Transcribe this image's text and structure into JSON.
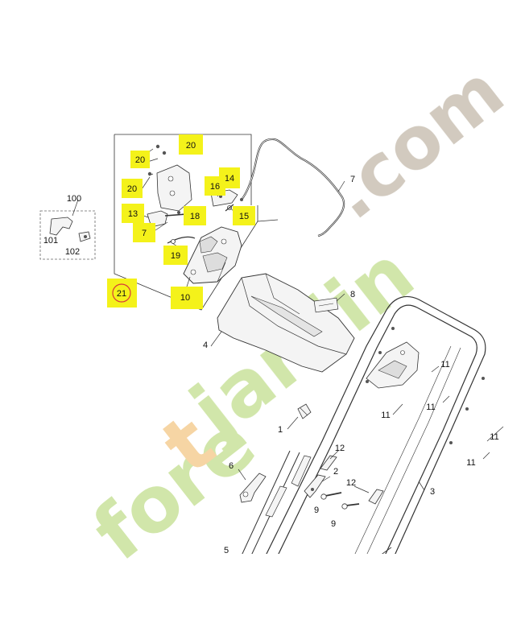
{
  "colors": {
    "highlight": "#f4f21a",
    "line": "#333333",
    "part_fill": "#f4f4f4",
    "watermark_green": "#cfe5a6",
    "watermark_orange": "#f6d3a0",
    "watermark_gray": "#d0c8bc",
    "circle_red": "#d83a3a"
  },
  "watermark": {
    "text_fore": "fore",
    "text_t": "t",
    "text_jardin": "jardin",
    "text_com": ".com"
  },
  "callouts": {
    "c1": "1",
    "c2": "2",
    "c3": "3",
    "c4": "4",
    "c5": "5",
    "c6": "6",
    "c7": "7",
    "c7b": "7",
    "c8": "8",
    "c9a": "9",
    "c9b": "9",
    "c10": "10",
    "c11a": "11",
    "c11b": "11",
    "c11c": "11",
    "c11d": "11",
    "c11e": "11",
    "c12a": "12",
    "c12b": "12",
    "c13": "13",
    "c14": "14",
    "c15": "15",
    "c16": "16",
    "c18": "18",
    "c19": "19",
    "c20a": "20",
    "c20b": "20",
    "c20c": "20",
    "c21": "21",
    "c100": "100",
    "c101": "101",
    "c102": "102"
  }
}
